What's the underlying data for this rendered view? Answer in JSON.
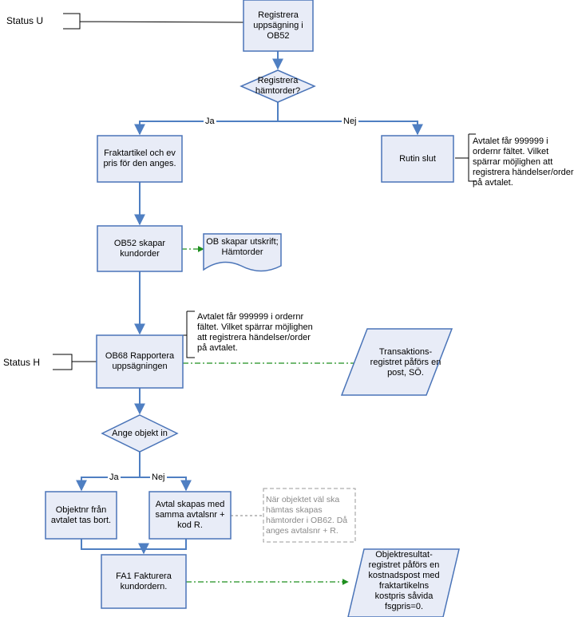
{
  "status": {
    "u": "Status U",
    "h": "Status H"
  },
  "nodes": {
    "register_termination": "Registrera uppsägning i OB52",
    "register_pickup_q": "Registrera hämtorder?",
    "freight_article": "Fraktartikel och ev pris för den anges.",
    "routine_end": "Rutin slut",
    "ob52_customer_order": "OB52 skapar kundorder",
    "printout_doc": "OB skapar utskrift; Hämtorder",
    "ob68_report": "OB68 Rapportera uppsägningen",
    "transaction_register": "Transaktions-registret påförs en post, SÖ.",
    "specify_object_q": "Ange objekt in",
    "object_removed": "Objektnr från avtalet tas bort.",
    "agreement_created": "Avtal skapas med samma avtalsnr + kod R.",
    "fa1_invoice": "FA1 Fakturera kundordern.",
    "object_result_register": "Objektresultat-registret påförs en kostnadspost med fraktartikelns kostpris såvida fsgpris=0."
  },
  "edges": {
    "yes": "Ja",
    "no": "Nej"
  },
  "notes": {
    "routine_end_note": "Avtalet får 999999 i ordernr fältet. Vilket spärrar möjlighen att registrera händelser/order på avtalet.",
    "ob68_note": "Avtalet får 999999 i ordernr fältet. Vilket spärrar möjlighen att registrera händelser/order på avtalet.",
    "pickup_note": "När objektet väl ska hämtas skapas hämtorder i OB62. Då anges avtalsnr + R."
  },
  "colors": {
    "box_fill": "#e8ecf7",
    "box_stroke": "#4a74b8",
    "arrow": "#4f7fc2",
    "dash_link": "#1f8f1f",
    "note_gray": "#8a8a8a"
  }
}
